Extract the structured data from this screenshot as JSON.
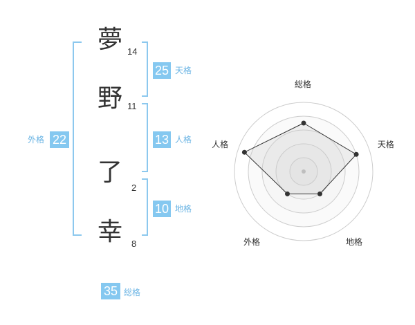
{
  "name": {
    "chars": [
      {
        "char": "夢",
        "strokes": "14"
      },
      {
        "char": "野",
        "strokes": "11"
      },
      {
        "char": "了",
        "strokes": "2"
      },
      {
        "char": "幸",
        "strokes": "8"
      }
    ]
  },
  "kaku": {
    "tenkaku": {
      "value": "25",
      "label": "天格"
    },
    "jinkaku": {
      "value": "13",
      "label": "人格"
    },
    "chikaku": {
      "value": "10",
      "label": "地格"
    },
    "gaikaku": {
      "value": "22",
      "label": "外格"
    },
    "soukaku": {
      "value": "35",
      "label": "総格"
    }
  },
  "colors": {
    "accent": "#85c8f0",
    "label_blue": "#6ab4e4",
    "bracket": "#8cc8ee"
  },
  "chart_data": {
    "type": "radar",
    "axes": [
      "総格",
      "天格",
      "地格",
      "外格",
      "人格"
    ],
    "rmax": 5,
    "rings": 5,
    "values": [
      3.5,
      4.0,
      2.0,
      2.0,
      4.5
    ]
  }
}
